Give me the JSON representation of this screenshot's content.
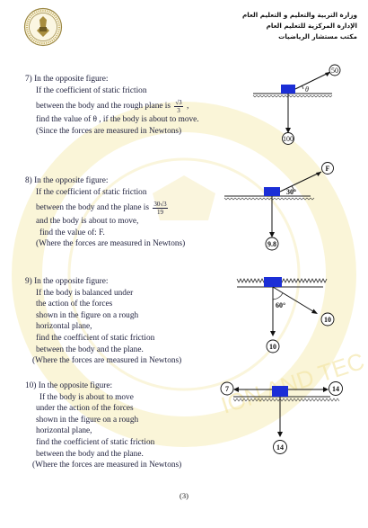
{
  "header": {
    "ministry_line1": "وزارة التربية والتعليم و التعليم العام",
    "ministry_line2": "الإدارة المركزية للتعليم العام",
    "ministry_line3": "مكتب مستشار الرياضيات"
  },
  "colors": {
    "block": "#1b2ed6",
    "text": "#1b1d3a",
    "watermark": "#f3e7a8"
  },
  "problems": [
    {
      "lines": [
        "7) In the opposite figure:",
        "If the coefficient of static friction",
        "between the body and the rough plane is",
        "find the value of θ , if the body is about to move.",
        "(Since the forces are measured in Newtons)"
      ],
      "coef_num": "√3",
      "coef_den": "3",
      "coef_suffix": ",",
      "figure": {
        "force_top": "50",
        "angle": "θ",
        "force_bottom": "100"
      }
    },
    {
      "lines": [
        "8) In the opposite figure:",
        "If the coefficient of static friction",
        "between the body and the plane is",
        "and the body is about to move,",
        "find the value of: F.",
        "(Where the forces are measured in Newtons)"
      ],
      "coef_num": "30√3",
      "coef_den": "19",
      "figure": {
        "force_top": "F",
        "angle": "30°",
        "force_bottom": "9.8"
      }
    },
    {
      "lines": [
        "9) In the opposite figure:",
        "If the body is balanced under",
        "the action of the forces",
        "shown in the figure on a rough",
        "horizontal plane,",
        "find the coefficient of static friction",
        "between the body and the plane.",
        "(Where the forces are measured in Newtons)"
      ],
      "figure": {
        "angle": "60°",
        "force_right": "10",
        "force_bottom": "10"
      }
    },
    {
      "lines": [
        "10) In the opposite figure:",
        "If the body is about to move",
        "under the action of the forces",
        "shown in the figure on a rough",
        "horizontal plane,",
        "find the coefficient of static friction",
        "between the body and the plane.",
        "(Where the forces are measured in Newtons)"
      ],
      "figure": {
        "force_left": "7",
        "force_right": "14",
        "force_bottom": "14"
      }
    }
  ],
  "page_number": "(3)"
}
